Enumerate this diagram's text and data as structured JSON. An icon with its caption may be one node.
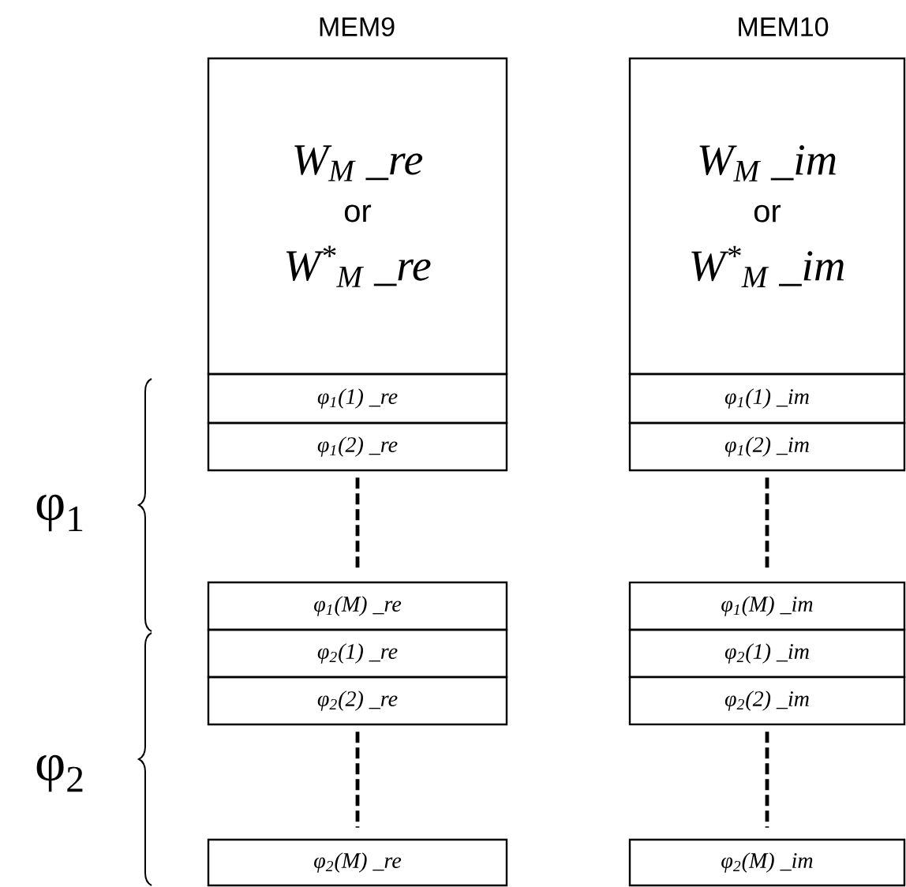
{
  "diagram": {
    "nodes": [
      {
        "text": [
          "W$_{M}$ _re",
          "or",
          "W$^{*}$$_{M}$ _re"
        ]
      },
      {
        "text": [
          "φ$_{1}$(1) _re"
        ]
      },
      {
        "text": [
          "φ$_{1}$(2) _re"
        ]
      },
      {
        "text": [
          "φ$_{1}$(M) _re"
        ]
      },
      {
        "text": [
          "φ$_{2}$(1) _re"
        ]
      },
      {
        "text": [
          "φ$_{2}$(2) _re"
        ]
      },
      {
        "text": [
          "φ$_{2}$(M) _re"
        ]
      },
      {
        "text": [
          "W$_{M}$ _im",
          "or",
          "W$^{*}$$_{M}$ _im"
        ]
      },
      {
        "text": [
          "φ$_{1}$(1) _im"
        ]
      },
      {
        "text": [
          "φ$_{1}$(2) _im"
        ]
      },
      {
        "text": [
          "φ$_{1}$(M) _im"
        ]
      },
      {
        "text": [
          "φ$_{2}$(1) _im"
        ]
      },
      {
        "text": [
          "φ$_{2}$(2) _im"
        ]
      },
      {
        "text": [
          "φ$_{2}$(M) _im"
        ]
      }
    ],
    "edges": [
      {
        "from": 2,
        "to": 3,
        "arrow": "none",
        "style": "dashed"
      },
      {
        "from": 5,
        "to": 6,
        "arrow": "none",
        "style": "dashed"
      },
      {
        "from": 9,
        "to": 10,
        "arrow": "none",
        "style": "dashed"
      },
      {
        "from": 12,
        "to": 13,
        "arrow": "none",
        "style": "dashed"
      }
    ],
    "labels": [
      "MEM9",
      "MEM10",
      "φ$_{1}$",
      "φ$_{2}$"
    ]
  }
}
